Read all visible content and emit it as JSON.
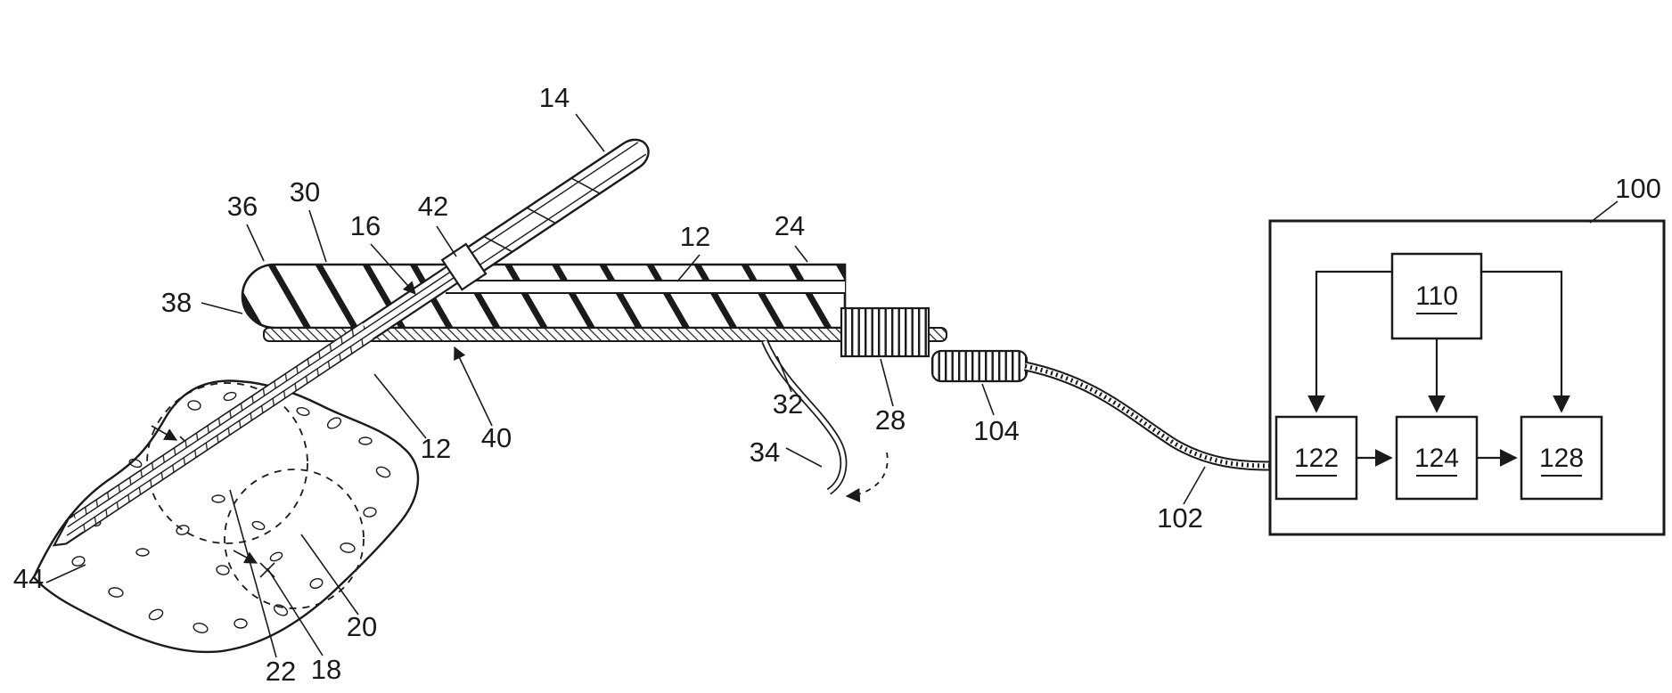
{
  "figure": {
    "type": "patent-diagram",
    "background": "#ffffff",
    "line_color": "#1a1a1a",
    "reference_labels": {
      "ref_14": "14",
      "ref_36": "36",
      "ref_30": "30",
      "ref_16": "16",
      "ref_42": "42",
      "ref_12_top": "12",
      "ref_24": "24",
      "ref_38": "38",
      "ref_32": "32",
      "ref_34": "34",
      "ref_28": "28",
      "ref_104": "104",
      "ref_12_shaft": "12",
      "ref_40": "40",
      "ref_20": "20",
      "ref_18": "18",
      "ref_22": "22",
      "ref_44": "44",
      "ref_102": "102",
      "ref_100": "100",
      "block_110": "110",
      "block_122": "122",
      "block_124": "124",
      "block_128": "128"
    }
  }
}
